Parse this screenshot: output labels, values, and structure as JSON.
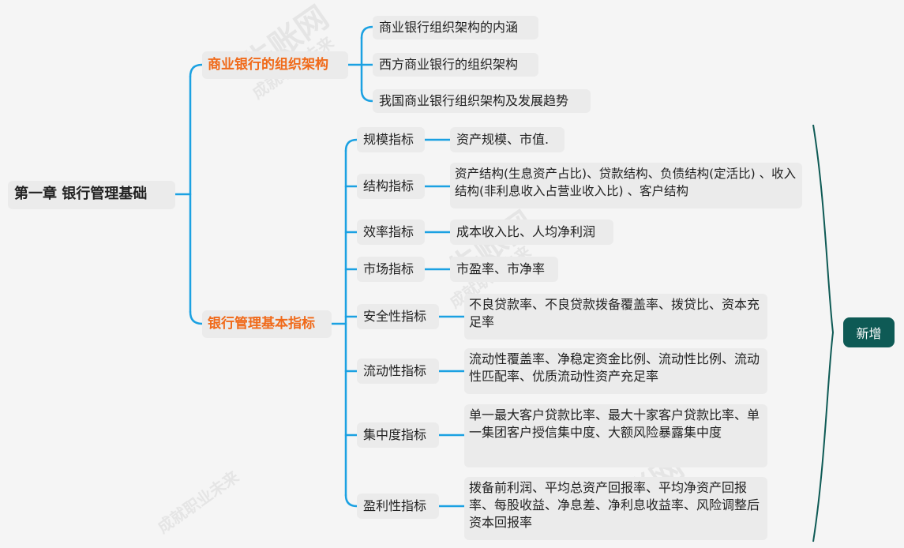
{
  "root": {
    "label": "第一章   银行管理基础"
  },
  "branches": [
    {
      "label": "商业银行的组织架构",
      "children": [
        {
          "label": "商业银行组织架构的内涵"
        },
        {
          "label": "西方商业银行的组织架构"
        },
        {
          "label": "我国商业银行组织架构及发展趋势"
        }
      ]
    },
    {
      "label": "银行管理基本指标",
      "children": [
        {
          "label": "规模指标",
          "detail": "资产规模、市值."
        },
        {
          "label": "结构指标",
          "detail": "资产结构(生息资产占比)、贷款结构、负债结构(定活比) 、收入结构(非利息收入占营业收入比) 、客户结构"
        },
        {
          "label": "效率指标",
          "detail": "成本收入比、人均净利润"
        },
        {
          "label": "市场指标",
          "detail": "市盈率、市净率"
        },
        {
          "label": "安全性指标",
          "detail": "不良贷款率、不良贷款拨备覆盖率、拨贷比、资本充足率"
        },
        {
          "label": "流动性指标",
          "detail": "流动性覆盖率、净稳定资金比例、流动性比例、流动性匹配率、优质流动性资产充足率"
        },
        {
          "label": "集中度指标",
          "detail": "单一最大客户贷款比率、最大十家客户贷款比率、单一集团客户授信集中度、大额风险暴露集中度"
        },
        {
          "label": "盈利性指标",
          "detail": "拨备前利润、平均总资产回报率、平均净资产回报率、每股收益、净息差、净利息收益率、风险调整后资本回报率"
        }
      ]
    }
  ],
  "new_button": {
    "label": "新增"
  },
  "watermark": {
    "brand": "牛账网",
    "slogan": "成就职业未来"
  },
  "colors": {
    "line": "#1ba1e2",
    "category_text": "#f06a1a",
    "node_bg": "#ebebeb",
    "button_bg": "#0e5a55",
    "brace": "#0e5a55"
  }
}
